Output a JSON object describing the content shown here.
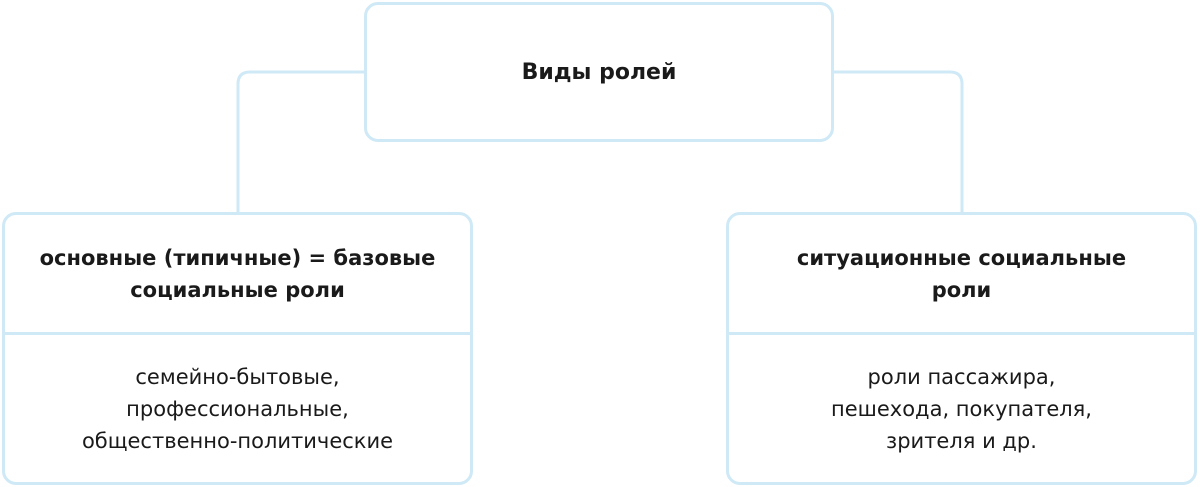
{
  "root": {
    "title": "Виды ролей"
  },
  "branches": [
    {
      "title": "основные (типичные) = базовые\nсоциальные роли",
      "body": "семейно-бытовые,\nпрофессиональные,\nобщественно-политические"
    },
    {
      "title": "ситуационные социальные\nроли",
      "body": "роли пассажира,\nпешехода, покупателя,\nзрителя и др."
    }
  ],
  "colors": {
    "border": "#cfe9f6",
    "text": "#1a1a1a",
    "background": "#ffffff"
  }
}
